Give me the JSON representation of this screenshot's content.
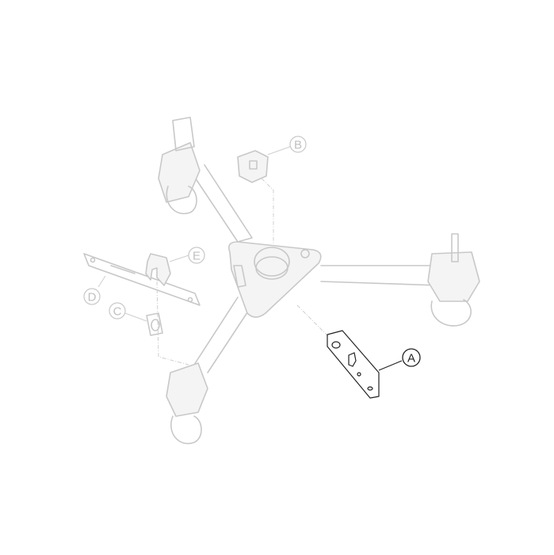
{
  "callouts": {
    "a": "A",
    "b": "B",
    "c": "C",
    "d": "D",
    "e": "E"
  },
  "colors": {
    "highlight": "#222222",
    "faded": "#c8c8c8"
  }
}
